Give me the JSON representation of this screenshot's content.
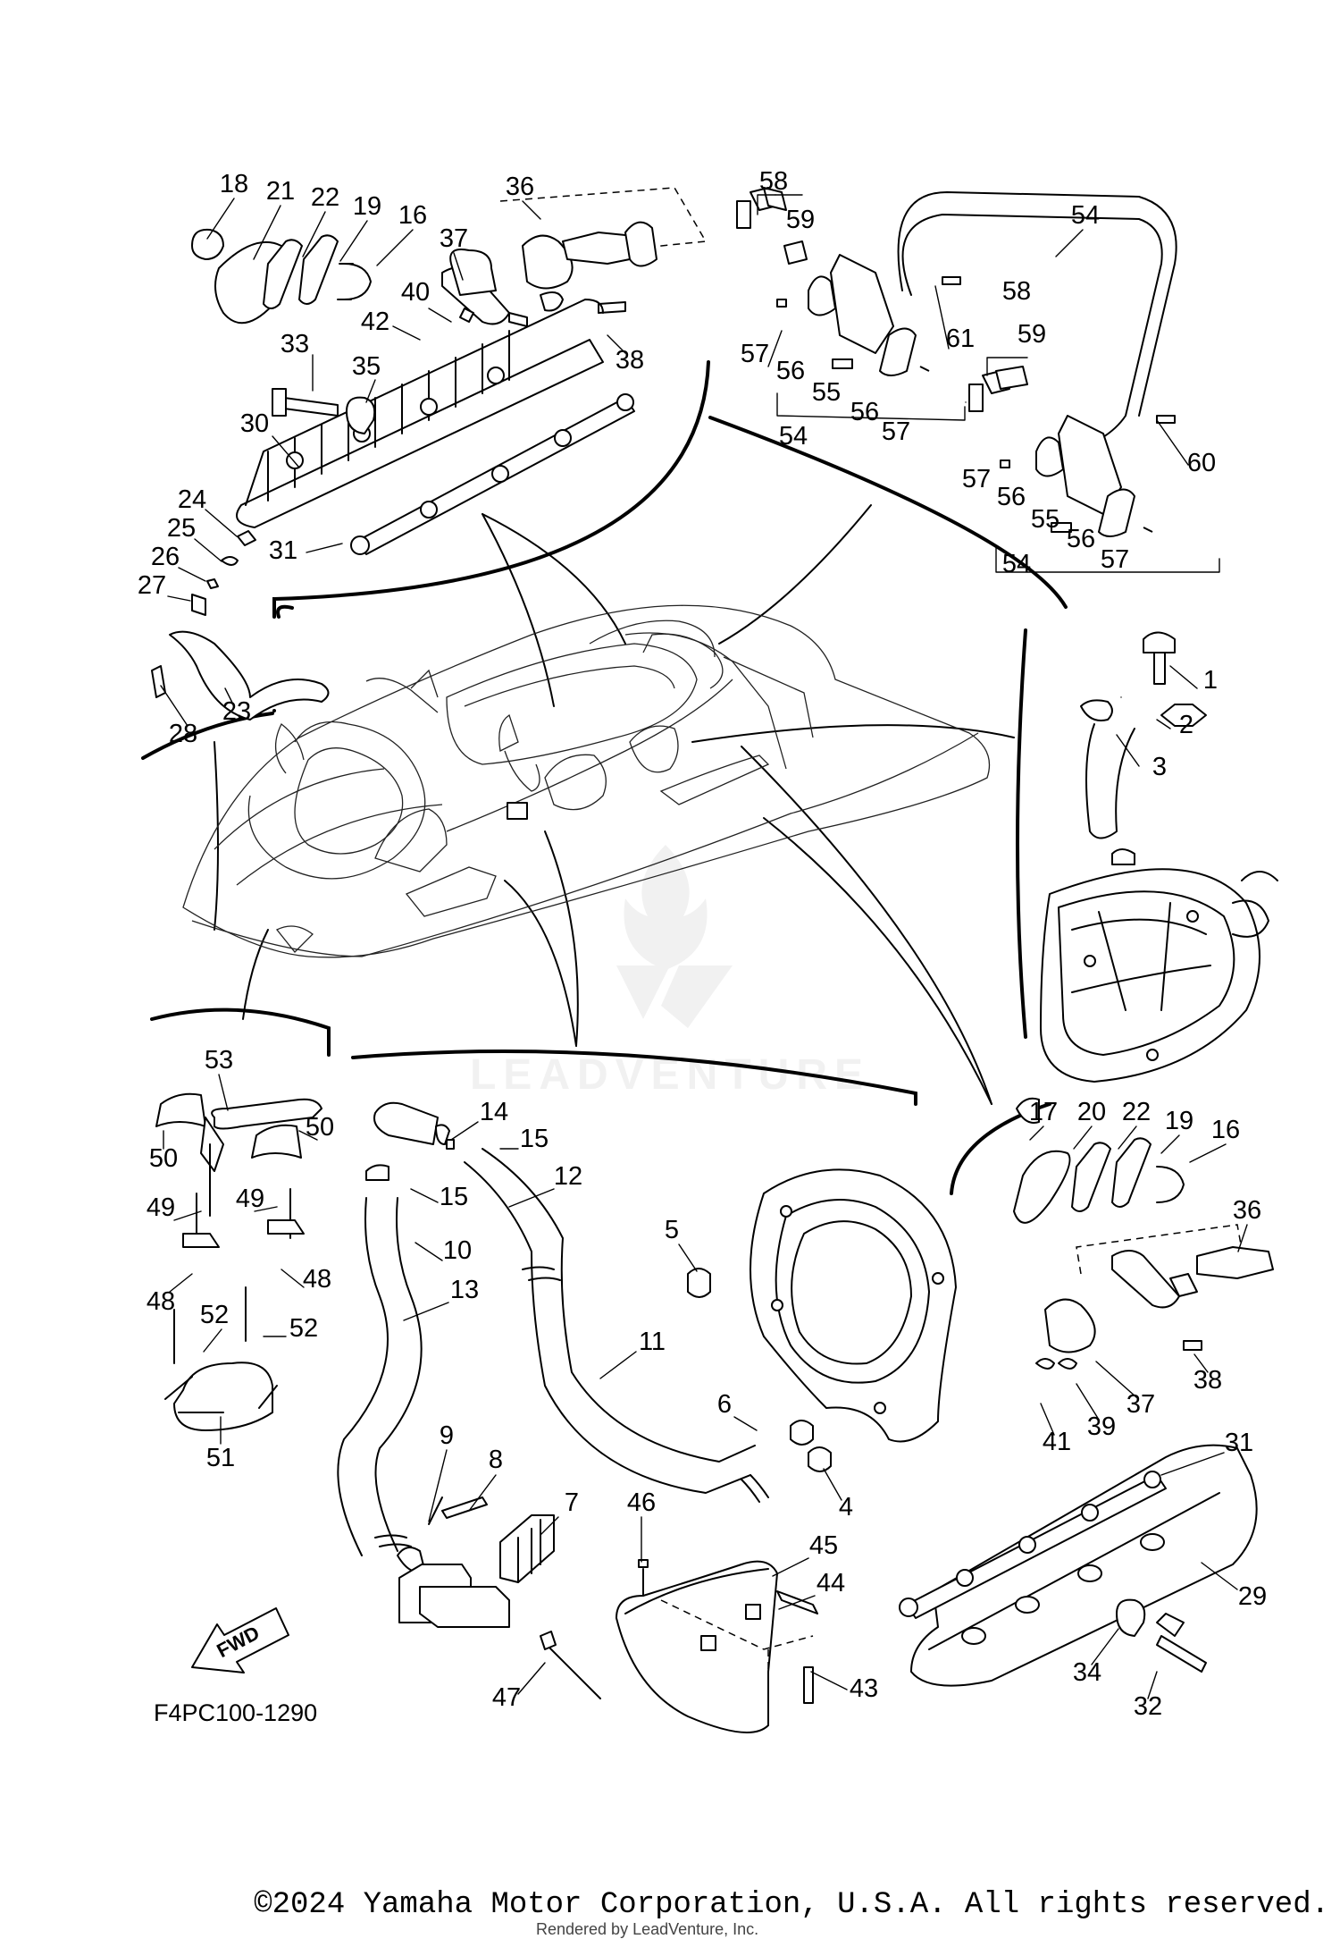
{
  "diagram": {
    "code": "F4PC100-1290",
    "fwd": "FWD",
    "watermark": "LEADVENTURE",
    "labels": {
      "l1": "1",
      "l2": "2",
      "l3": "3",
      "l4": "4",
      "l5": "5",
      "l6": "6",
      "l7": "7",
      "l8": "8",
      "l9": "9",
      "l10": "10",
      "l11": "11",
      "l12": "12",
      "l13": "13",
      "l14": "14",
      "l15a": "15",
      "l15b": "15",
      "l16a": "16",
      "l16b": "16",
      "l17": "17",
      "l18": "18",
      "l19a": "19",
      "l19b": "19",
      "l20": "20",
      "l21": "21",
      "l22a": "22",
      "l22b": "22",
      "l23": "23",
      "l24": "24",
      "l25": "25",
      "l26": "26",
      "l27": "27",
      "l28": "28",
      "l29": "29",
      "l30": "30",
      "l31a": "31",
      "l31b": "31",
      "l32": "32",
      "l33": "33",
      "l34": "34",
      "l35": "35",
      "l36a": "36",
      "l36b": "36",
      "l37a": "37",
      "l37b": "37",
      "l38a": "38",
      "l38b": "38",
      "l39": "39",
      "l40": "40",
      "l41": "41",
      "l42": "42",
      "l43": "43",
      "l44": "44",
      "l45": "45",
      "l46": "46",
      "l47": "47",
      "l48a": "48",
      "l48b": "48",
      "l49a": "49",
      "l49b": "49",
      "l50a": "50",
      "l50b": "50",
      "l51": "51",
      "l52a": "52",
      "l52b": "52",
      "l53": "53",
      "l54a": "54",
      "l54b": "54",
      "l54c": "54",
      "l55a": "55",
      "l55b": "55",
      "l56a": "56",
      "l56b": "56",
      "l56c": "56",
      "l56d": "56",
      "l57a": "57",
      "l57b": "57",
      "l57c": "57",
      "l57d": "57",
      "l58a": "58",
      "l58b": "58",
      "l59a": "59",
      "l59b": "59",
      "l60": "60",
      "l61": "61"
    }
  },
  "footer": {
    "copyright": "©2024 Yamaha Motor Corporation, U.S.A. All rights reserved.",
    "rendered_by": "Rendered by LeadVenture, Inc."
  }
}
